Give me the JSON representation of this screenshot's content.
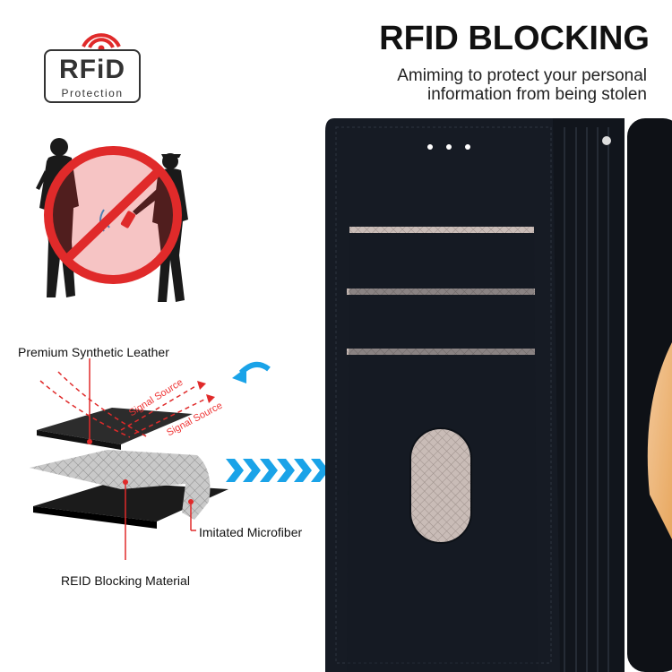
{
  "badge": {
    "title": "RFiD",
    "subtitle": "Protection"
  },
  "header": {
    "title": "RFID BLOCKING",
    "subtitle_line1": "Amiming to protect your personal",
    "subtitle_line2": "information from being stolen"
  },
  "layers": {
    "leather_label": "Premium Synthetic Leather",
    "microfiber_label": "Imitated Microfiber",
    "blocking_label": "REID Blocking Material",
    "signal_1": "Signal Source",
    "signal_2": "Signal Source"
  },
  "colors": {
    "accent_red": "#e02a2a",
    "arrow_blue": "#1aa3e8",
    "wallet_black": "#151a22",
    "card_slot": "#cbbcb6"
  },
  "icons": [
    "rfid-wave-icon",
    "no-theft-icon",
    "chevron-arrows-icon",
    "curved-arrow-icon"
  ]
}
